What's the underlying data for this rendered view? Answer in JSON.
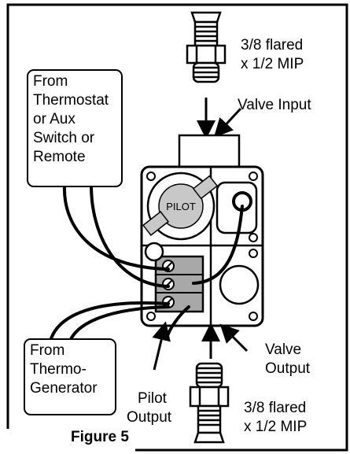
{
  "thermostat_box": {
    "lines": [
      "From",
      "Thermostat",
      "or Aux",
      "Switch or",
      "Remote"
    ]
  },
  "thermo_box": {
    "lines": [
      "From",
      "Thermo-",
      "Generator"
    ]
  },
  "inlet_fitting": {
    "lines": [
      "3/8 flared",
      "x 1/2 MIP"
    ]
  },
  "outlet_fitting": {
    "lines": [
      "3/8 flared",
      "x 1/2 MIP"
    ]
  },
  "valve_input": "Valve Input",
  "valve_output": {
    "lines": [
      "Valve",
      "Output"
    ]
  },
  "pilot_output": {
    "lines": [
      "Pilot",
      "Output"
    ]
  },
  "pilot_dial": "PILOT",
  "caption": "Figure 5"
}
